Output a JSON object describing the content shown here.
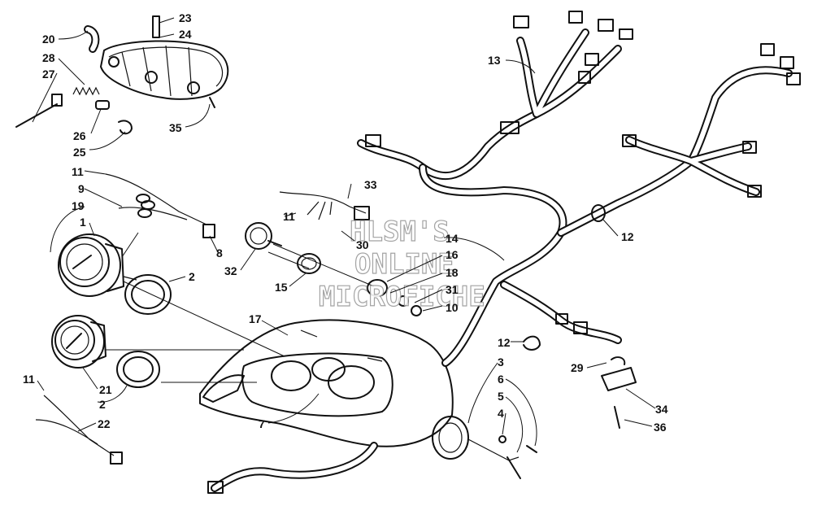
{
  "watermark": {
    "line1": "HLSM'S",
    "line2": "ONLINE",
    "line3": "MICROFICHE"
  },
  "labels": {
    "l20": "20",
    "l28": "28",
    "l27": "27",
    "l23": "23",
    "l24": "24",
    "l26": "26",
    "l25": "25",
    "l35": "35",
    "l11a": "11",
    "l9": "9",
    "l19": "19",
    "l1": "1",
    "l8": "8",
    "l2a": "2",
    "l32": "32",
    "l15": "15",
    "l11b": "11",
    "l33": "33",
    "l30": "30",
    "l14": "14",
    "l16": "16",
    "l18": "18",
    "l31": "31",
    "l10": "10",
    "l12a": "12",
    "l13": "13",
    "l17": "17",
    "l12b": "12",
    "l3": "3",
    "l6": "6",
    "l5": "5",
    "l4": "4",
    "l29": "29",
    "l34": "34",
    "l36": "36",
    "l11c": "11",
    "l21": "21",
    "l2b": "2",
    "l22": "22",
    "l7": "7"
  }
}
